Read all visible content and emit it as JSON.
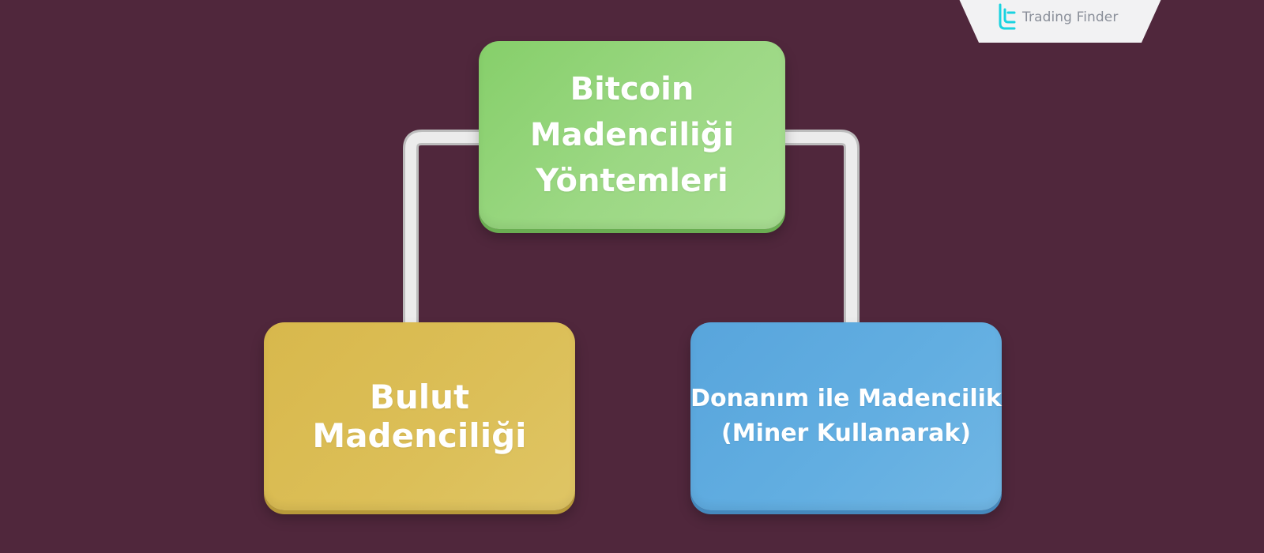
{
  "brand": {
    "name": "Trading Finder",
    "logo_icon": "trading-finder-logo-icon"
  },
  "diagram": {
    "root": {
      "lines": [
        "Bitcoin",
        "Madenciliği",
        "Yöntemleri"
      ]
    },
    "children": [
      {
        "lines": [
          "Bulut Madenciliği"
        ]
      },
      {
        "lines": [
          "Donanım ile Madencilik",
          "(Miner Kullanarak)"
        ]
      }
    ]
  },
  "colors": {
    "background": "#50273c",
    "root_box": "#94d47a",
    "left_box": "#dbbd55",
    "right_box": "#62aee1",
    "connector": "#e8e8e8",
    "logo_accent": "#19d3e0"
  }
}
